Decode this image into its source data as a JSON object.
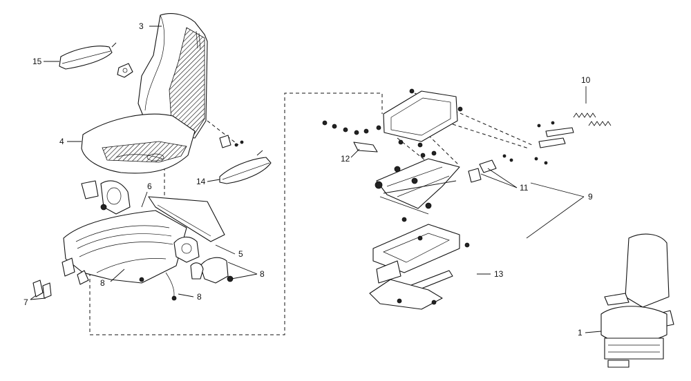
{
  "callouts": {
    "c1": "1",
    "c3": "3",
    "c4": "4",
    "c5": "5",
    "c6": "6",
    "c7": "7",
    "c8a": "8",
    "c8b": "8",
    "c8c": "8",
    "c9": "9",
    "c10": "10",
    "c11": "11",
    "c12": "12",
    "c13": "13",
    "c14": "14",
    "c15": "15"
  }
}
